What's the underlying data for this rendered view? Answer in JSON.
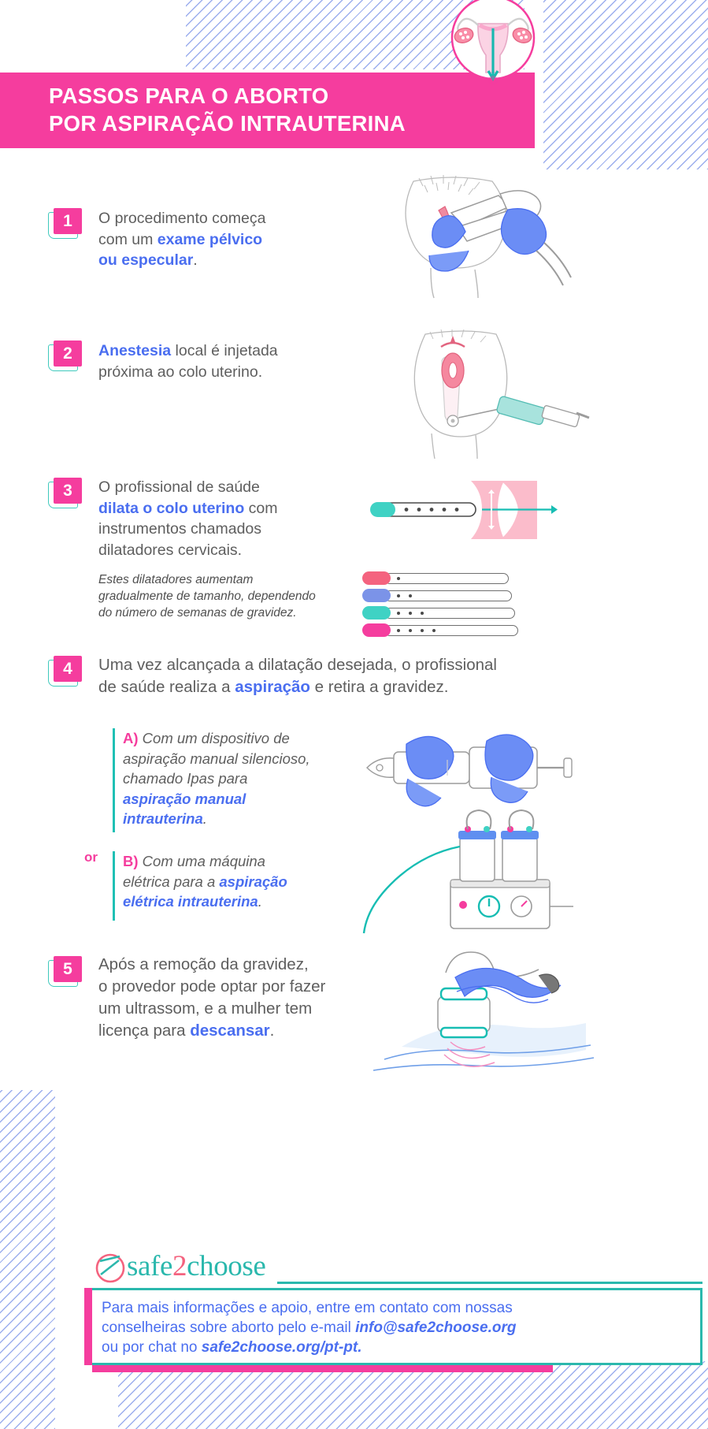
{
  "header": {
    "title": "PASSOS PARA O ABORTO\nPOR ASPIRAÇÃO INTRAUTERINA",
    "icon": "uterus-icon",
    "bg_color": "#F53D9E"
  },
  "colors": {
    "pink": "#F53D9E",
    "teal": "#2bb8ad",
    "blue_link": "#4a6ef0",
    "body_text": "#5e5e5e",
    "hatch_blue": "#7b93e8"
  },
  "steps": [
    {
      "number": "1",
      "text_html": "O procedimento começa<br>com um <b>exame pélvico</b><br><b>ou especular</b>.",
      "illustration": "speculum-pelvic-exam-illustration"
    },
    {
      "number": "2",
      "text_html": "<b>Anestesia</b> local é injetada<br>próxima ao colo uterino.",
      "illustration": "local-anesthesia-injection-illustration"
    },
    {
      "number": "3",
      "text_html": "O profissional de saúde<br><b>dilata o colo uterino</b> com<br>instrumentos chamados<br>dilatadores cervicais.",
      "illustration": "cervical-dilation-illustration"
    },
    {
      "number": "4",
      "text_html": "Uma vez alcançada a dilatação desejada, o profissional<br>de saúde realiza a <b>aspiração</b> e retira a gravidez.",
      "illustration": "aspiration-devices-illustration"
    },
    {
      "number": "5",
      "text_html": "Após a remoção da gravidez,<br>o provedor pode optar por fazer<br>um ultrassom, e a mulher tem<br>licença para <b>descansar</b>.",
      "illustration": "ultrasound-rest-illustration"
    }
  ],
  "subnote": {
    "text_html": "Estes dilatadores aumentam<br>gradualmente de tamanho, dependendo<br>do número de semanas de gravidez."
  },
  "dilators": [
    {
      "tip_color": "#F4637F",
      "dots": 1,
      "body_width": 148
    },
    {
      "tip_color": "#7b93e8",
      "dots": 2,
      "body_width": 158
    },
    {
      "tip_color": "#3fd2c4",
      "dots": 3,
      "body_width": 168
    },
    {
      "tip_color": "#F53D9E",
      "dots": 4,
      "body_width": 178
    }
  ],
  "options": {
    "or_label": "or",
    "a": {
      "label": "A)",
      "text_html": "<span class=\"ab\">A)</span> Com um dispositivo de<br>aspiração manual silencioso,<br>chamado Ipas para<br><b>aspiração manual</b><br><b>intrauterina</b>.",
      "illustration": "ipas-manual-vacuum-aspirator-illustration"
    },
    "b": {
      "label": "B)",
      "text_html": "<span class=\"ab\">B)</span> Com uma máquina<br>elétrica para a <b>aspiração</b><br><b>elétrica intrauterina</b>.",
      "illustration": "electric-vacuum-aspiration-machine-illustration"
    }
  },
  "footer": {
    "logo": {
      "icon": "safe2choose-circle-slash-icon",
      "part1": "safe",
      "part2": "2",
      "part3": "choose"
    },
    "contact_html": "Para mais informações e apoio, entre em contato com nossas<br>conselheiras sobre aborto pelo e-mail <b>info@safe2choose.org</b><br>ou por chat no <b>safe2choose.org/pt-pt.</b>"
  }
}
